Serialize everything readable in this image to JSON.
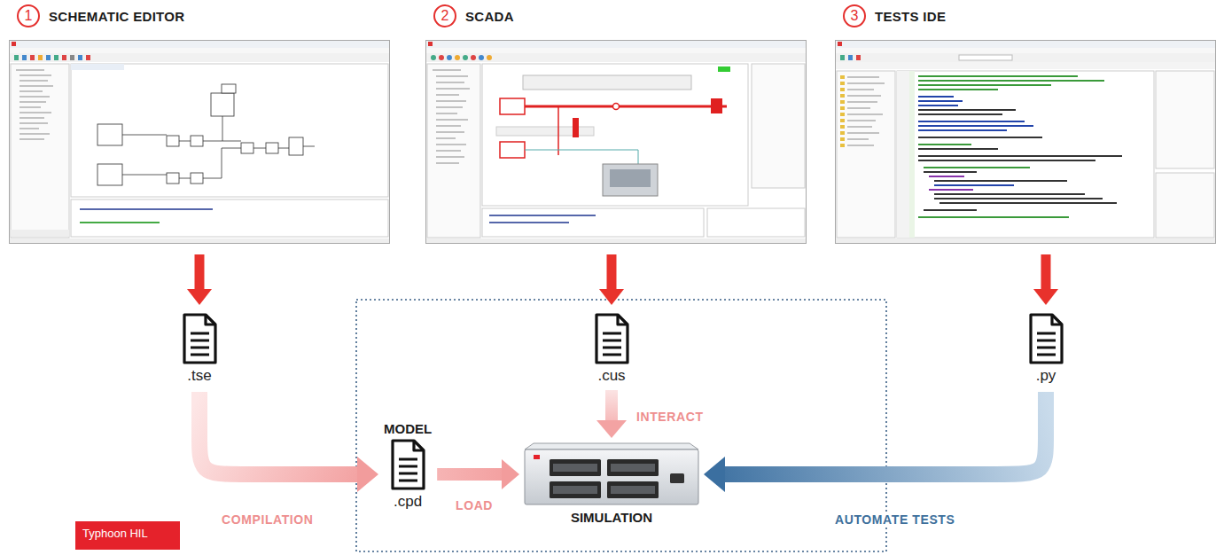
{
  "diagram": {
    "nodes": [
      {
        "text": [
          "1",
          "SCHEMATIC EDITOR"
        ]
      },
      {
        "text": [
          "2",
          "SCADA"
        ]
      },
      {
        "text": [
          "3",
          "TESTS IDE"
        ]
      },
      {
        "text": [
          ".tse"
        ]
      },
      {
        "text": [
          ".cus"
        ]
      },
      {
        "text": [
          ".py"
        ]
      },
      {
        "text": [
          "MODEL",
          ".cpd"
        ]
      },
      {
        "text": [
          "SIMULATION"
        ]
      },
      {
        "text": [
          "Typhoon HIL"
        ]
      }
    ],
    "edges": [
      {
        "from": 0,
        "to": 3,
        "arrow": "to"
      },
      {
        "from": 1,
        "to": 4,
        "arrow": "to"
      },
      {
        "from": 2,
        "to": 5,
        "arrow": "to"
      },
      {
        "from": 3,
        "to": 6,
        "label": "COMPILATION",
        "arrow": "to"
      },
      {
        "from": 6,
        "to": 7,
        "label": "LOAD",
        "arrow": "to"
      },
      {
        "from": 4,
        "to": 7,
        "label": "INTERACT",
        "arrow": "to"
      },
      {
        "from": 5,
        "to": 7,
        "label": "AUTOMATE TESTS",
        "arrow": "to"
      }
    ]
  }
}
